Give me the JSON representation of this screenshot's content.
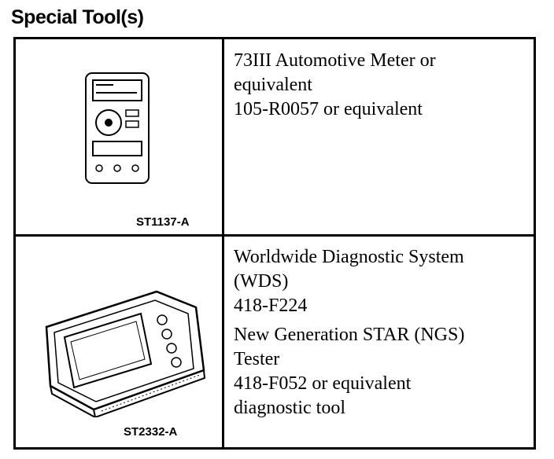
{
  "heading": "Special Tool(s)",
  "tools": [
    {
      "image_code": "ST1137-A",
      "image_icon": "multimeter-icon",
      "lines": [
        "73III Automotive Meter or",
        "equivalent",
        "105-R0057 or equivalent"
      ]
    },
    {
      "image_code": "ST2332-A",
      "image_icon": "diagnostic-tester-icon",
      "lines": [
        "Worldwide Diagnostic System",
        "(WDS)",
        "418-F224",
        "New Generation STAR (NGS)",
        "Tester",
        "418-F052 or equivalent",
        "diagnostic tool"
      ]
    }
  ]
}
